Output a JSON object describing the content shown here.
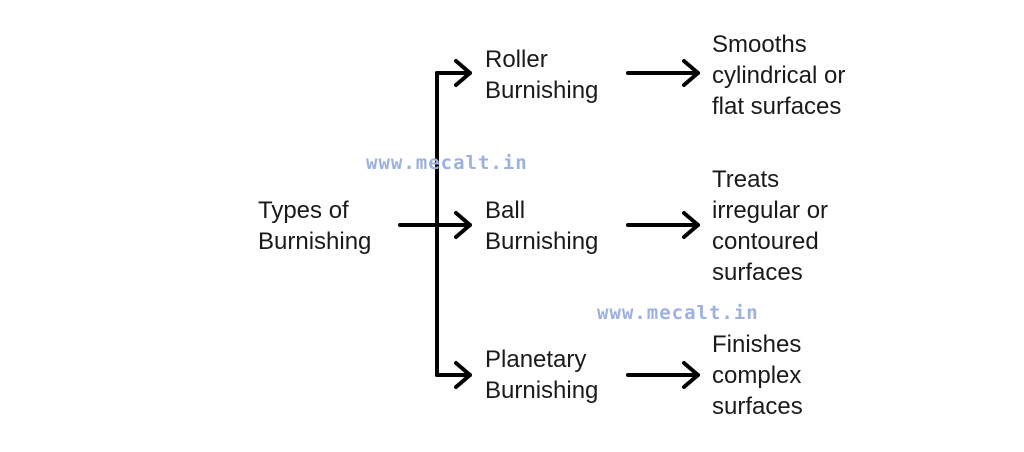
{
  "root": {
    "lines": [
      "Types of",
      "Burnishing"
    ]
  },
  "branches": [
    {
      "type_lines": [
        "Roller",
        "Burnishing"
      ],
      "effect_lines": [
        "Smooths",
        "cylindrical or",
        "flat surfaces"
      ]
    },
    {
      "type_lines": [
        "Ball",
        "Burnishing"
      ],
      "effect_lines": [
        "Treats",
        "irregular or",
        "contoured",
        "surfaces"
      ]
    },
    {
      "type_lines": [
        "Planetary",
        "Burnishing"
      ],
      "effect_lines": [
        "Finishes",
        "complex",
        "surfaces"
      ]
    }
  ],
  "watermarks": [
    "www.mecalt.in",
    "www.mecalt.in"
  ],
  "colors": {
    "line": "#000000",
    "text": "#1a1a1a",
    "watermark": "#9db1e0"
  }
}
